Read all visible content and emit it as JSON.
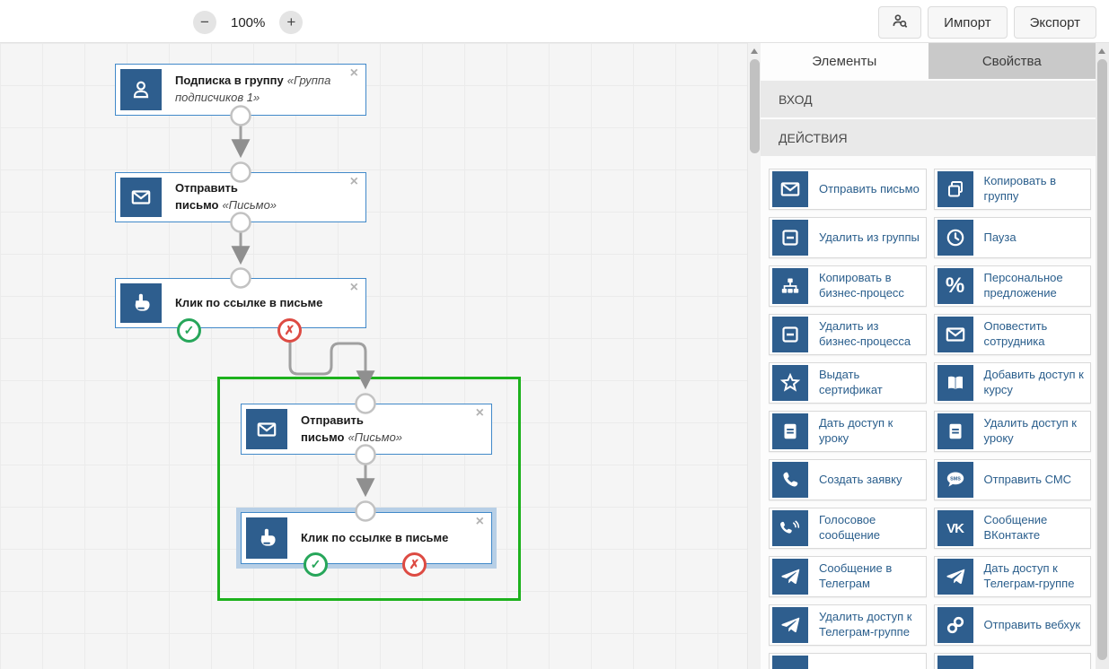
{
  "topbar": {
    "zoom_out": "−",
    "zoom_level": "100%",
    "zoom_in": "+",
    "import_label": "Импорт",
    "export_label": "Экспорт"
  },
  "canvas": {
    "close_label": "×",
    "badges": {
      "success": "✓",
      "failure": "✗"
    },
    "nodes": [
      {
        "icon": "user",
        "title": "Подписка в группу",
        "subtitle": "«Группа подписчиков 1»"
      },
      {
        "icon": "mail",
        "title": "Отправить письмо",
        "subtitle": "«Письмо»"
      },
      {
        "icon": "click",
        "title": "Клик по ссылке в письме",
        "subtitle": ""
      },
      {
        "icon": "mail",
        "title": "Отправить письмо",
        "subtitle": "«Письмо»"
      },
      {
        "icon": "click",
        "title": "Клик по ссылке в письме",
        "subtitle": ""
      }
    ]
  },
  "sidebar": {
    "tabs": [
      {
        "label": "Элементы",
        "active": true
      },
      {
        "label": "Свойства",
        "active": false
      }
    ],
    "sections": [
      {
        "label": "ВХОД"
      },
      {
        "label": "ДЕЙСТВИЯ"
      }
    ],
    "actions": [
      {
        "icon": "mail",
        "label": "Отправить письмо"
      },
      {
        "icon": "copy",
        "label": "Копировать в группу"
      },
      {
        "icon": "minus-square",
        "label": "Удалить из группы"
      },
      {
        "icon": "clock",
        "label": "Пауза"
      },
      {
        "icon": "sitemap",
        "label": "Копировать в бизнес-процесс"
      },
      {
        "icon": "percent",
        "label": "Персональное предложение"
      },
      {
        "icon": "minus-square",
        "label": "Удалить из бизнес-процесса"
      },
      {
        "icon": "mail",
        "label": "Оповестить сотрудника"
      },
      {
        "icon": "star",
        "label": "Выдать сертификат"
      },
      {
        "icon": "book-open",
        "label": "Добавить доступ к курсу"
      },
      {
        "icon": "book",
        "label": "Дать доступ к уроку"
      },
      {
        "icon": "book",
        "label": "Удалить доступ к уроку"
      },
      {
        "icon": "phone",
        "label": "Создать заявку"
      },
      {
        "icon": "sms",
        "label": "Отправить СМС"
      },
      {
        "icon": "voice",
        "label": "Голосовое сообщение"
      },
      {
        "icon": "vk",
        "label": "Сообщение ВКонтакте"
      },
      {
        "icon": "telegram",
        "label": "Сообщение в Телеграм"
      },
      {
        "icon": "telegram",
        "label": "Дать доступ к Телеграм-группе"
      },
      {
        "icon": "telegram",
        "label": "Удалить доступ к Телеграм-группе"
      },
      {
        "icon": "webhook",
        "label": "Отправить вебхук"
      }
    ],
    "partial_actions": [
      {
        "icon": "blank",
        "label": ""
      },
      {
        "icon": "blank",
        "label": ""
      }
    ]
  },
  "colors": {
    "node_icon_bg": "#2e5e8e",
    "node_border": "#4189c9",
    "group_outline": "#1db11d",
    "success": "#27a65a",
    "failure": "#dd4b43",
    "action_text": "#2a5e8c",
    "connector": "#a0a0a0"
  }
}
